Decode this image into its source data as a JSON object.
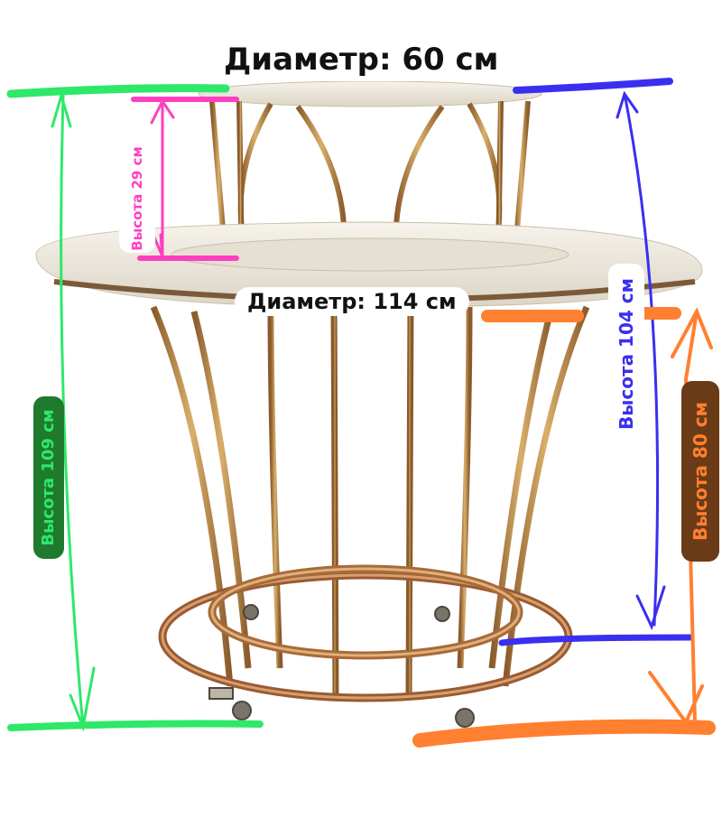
{
  "labels": {
    "top_diameter": "Диаметр: 60 см",
    "mid_diameter": "Диаметр: 114 см",
    "height_29": "Высота 29 см",
    "height_109": "Высота 109 см",
    "height_104": "Высота 104 см",
    "height_80": "Высота 80 см"
  },
  "colors": {
    "green": "#2ee86a",
    "green_badge_bg": "#1f7a2e",
    "pink": "#ff3fbf",
    "blue": "#3a2ff0",
    "orange": "#ff8030",
    "brown_badge_bg": "#6b3a17",
    "gold": "#c9a15a",
    "gold_dark": "#8a5a2b",
    "tabletop": "#efeae0"
  }
}
